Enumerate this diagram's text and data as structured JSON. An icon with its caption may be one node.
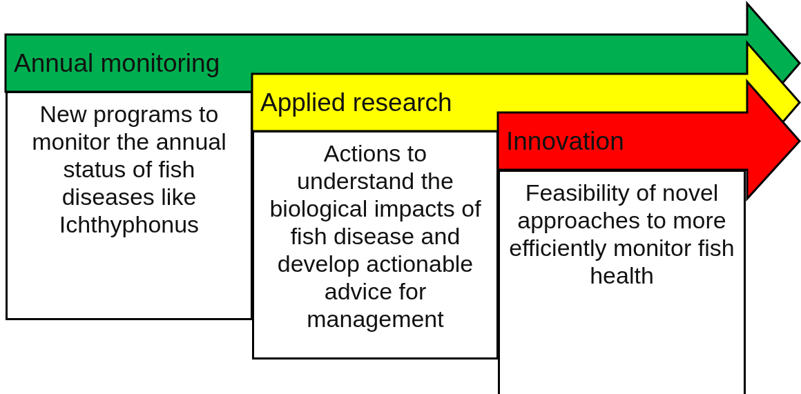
{
  "diagram": {
    "nodes": [
      {
        "text": [
          "Annual monitoring"
        ]
      },
      {
        "text": [
          "New programs to monitor the annual status of fish diseases like Ichthyphonus"
        ]
      },
      {
        "text": [
          "Applied research"
        ]
      },
      {
        "text": [
          "Actions to understand the biological impacts of fish disease and develop actionable advice for management"
        ]
      },
      {
        "text": [
          "Innovation"
        ]
      },
      {
        "text": [
          "Feasibility of novel approaches to more efficiently monitor fish health"
        ]
      }
    ]
  }
}
